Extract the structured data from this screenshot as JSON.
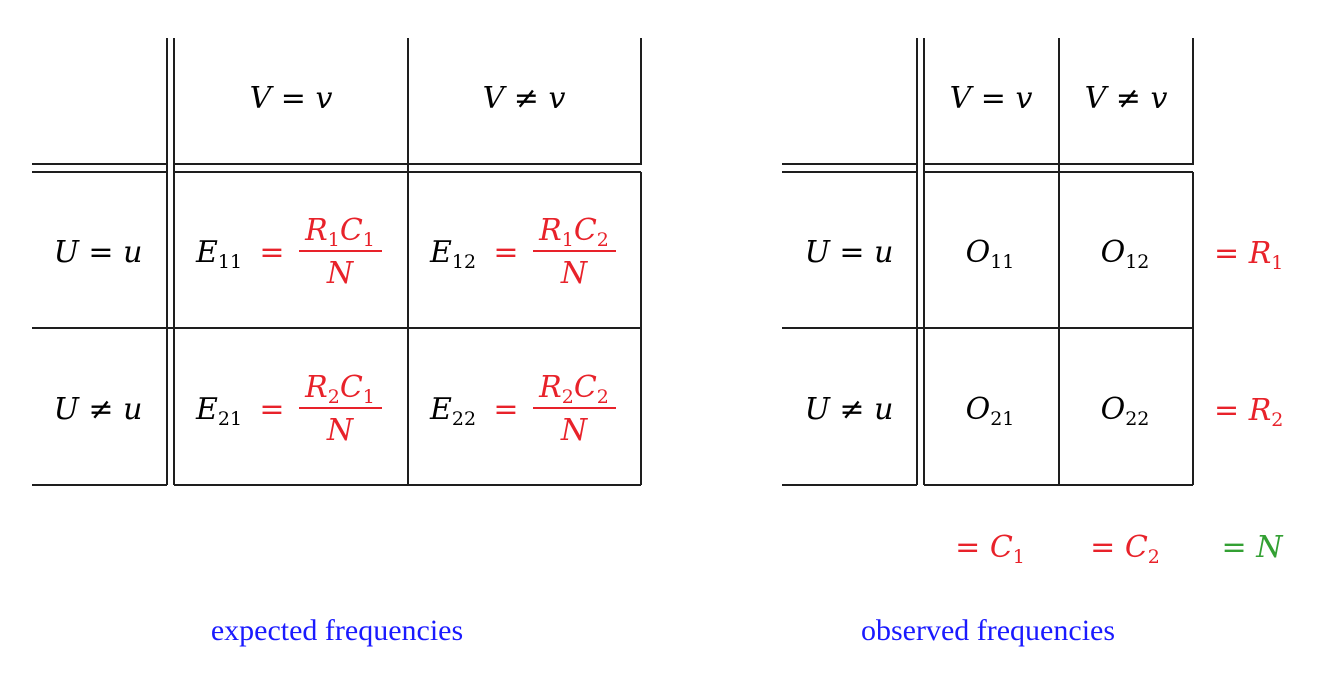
{
  "expected": {
    "caption": "expected frequencies",
    "col_headers": [
      {
        "lhs": "V",
        "op": "=",
        "rhs": "v"
      },
      {
        "lhs": "V",
        "op": "≠",
        "rhs": "v"
      }
    ],
    "row_headers": [
      {
        "lhs": "U",
        "op": "=",
        "rhs": "u"
      },
      {
        "lhs": "U",
        "op": "≠",
        "rhs": "u"
      }
    ],
    "cells": [
      {
        "var": "E",
        "sub": "11",
        "eq": "=",
        "num_a": "R",
        "num_a_sub": "1",
        "num_b": "C",
        "num_b_sub": "1",
        "den": "N"
      },
      {
        "var": "E",
        "sub": "12",
        "eq": "=",
        "num_a": "R",
        "num_a_sub": "1",
        "num_b": "C",
        "num_b_sub": "2",
        "den": "N"
      },
      {
        "var": "E",
        "sub": "21",
        "eq": "=",
        "num_a": "R",
        "num_a_sub": "2",
        "num_b": "C",
        "num_b_sub": "1",
        "den": "N"
      },
      {
        "var": "E",
        "sub": "22",
        "eq": "=",
        "num_a": "R",
        "num_a_sub": "2",
        "num_b": "C",
        "num_b_sub": "2",
        "den": "N"
      }
    ]
  },
  "observed": {
    "caption": "observed frequencies",
    "col_headers": [
      {
        "lhs": "V",
        "op": "=",
        "rhs": "v"
      },
      {
        "lhs": "V",
        "op": "≠",
        "rhs": "v"
      }
    ],
    "row_headers": [
      {
        "lhs": "U",
        "op": "=",
        "rhs": "u"
      },
      {
        "lhs": "U",
        "op": "≠",
        "rhs": "u"
      }
    ],
    "cells": [
      {
        "var": "O",
        "sub": "11"
      },
      {
        "var": "O",
        "sub": "12"
      },
      {
        "var": "O",
        "sub": "21"
      },
      {
        "var": "O",
        "sub": "22"
      }
    ],
    "row_totals": [
      {
        "eq": "=",
        "var": "R",
        "sub": "1"
      },
      {
        "eq": "=",
        "var": "R",
        "sub": "2"
      }
    ],
    "col_totals": [
      {
        "eq": "=",
        "var": "C",
        "sub": "1"
      },
      {
        "eq": "=",
        "var": "C",
        "sub": "2"
      }
    ],
    "grand_total": {
      "eq": "=",
      "var": "N"
    }
  },
  "colors": {
    "formula": "#e8222a",
    "grand_total": "#33a033",
    "caption": "#1a1aff",
    "grid": "#1e1e1e"
  }
}
